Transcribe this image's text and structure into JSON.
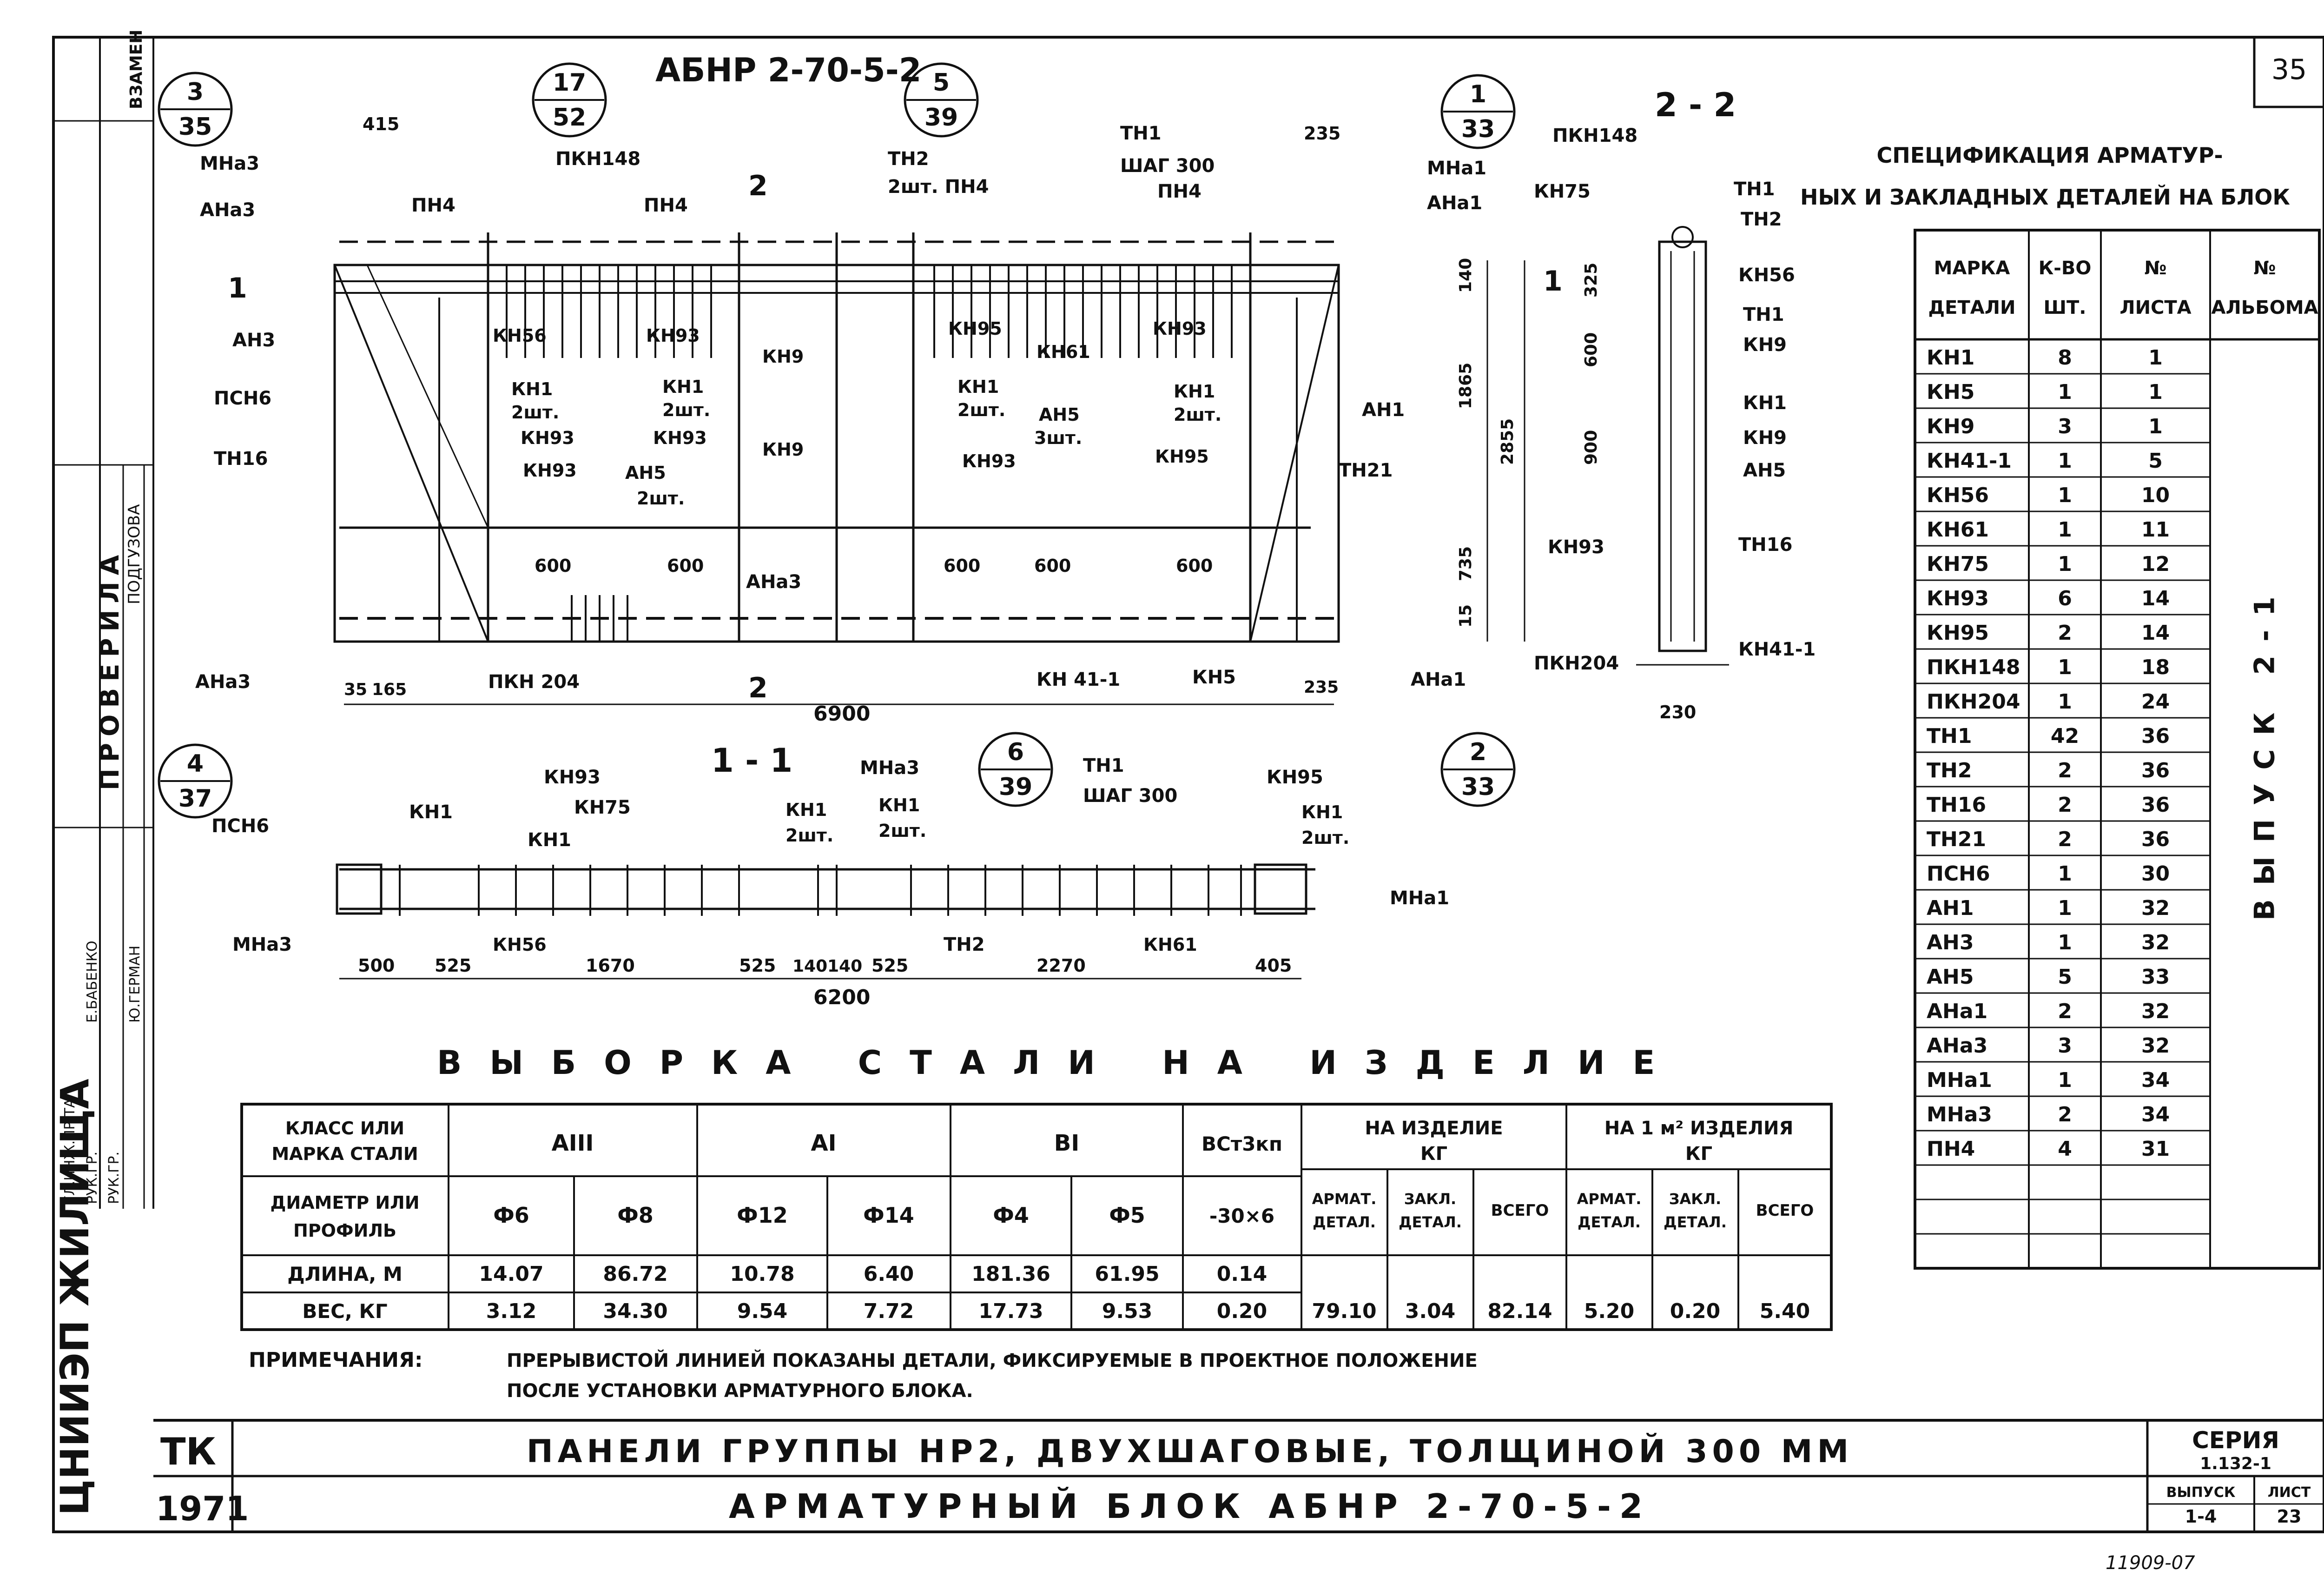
{
  "sheet_number": "35",
  "drawing_title": "АБНР 2-70-5-2",
  "elevation": {
    "callouts": [
      {
        "top": "3",
        "bottom": "35"
      },
      {
        "top": "17",
        "bottom": "52"
      },
      {
        "top": "5",
        "bottom": "39"
      },
      {
        "top": "1",
        "bottom": "33"
      },
      {
        "top": "4",
        "bottom": "37"
      },
      {
        "top": "6",
        "bottom": "39"
      },
      {
        "top": "2",
        "bottom": "33"
      }
    ],
    "labels": [
      "МНа3",
      "АНа3",
      "ПН4",
      "ПКН148",
      "ПН4",
      "ТН2",
      "2шт. ПН4",
      "ТН1",
      "ШАГ 300",
      "ПН4",
      "МНа1",
      "АНа1",
      "АН3",
      "ПСН6",
      "ТН16",
      "КН56",
      "КН93",
      "КН95",
      "КН93",
      "КН9",
      "КН61",
      "КН1",
      "2шт.",
      "КН93",
      "КН1",
      "2шт.",
      "КН93",
      "КН9",
      "КН1",
      "2шт.",
      "КН93",
      "АН5",
      "3шт.",
      "КН1",
      "2шт.",
      "КН95",
      "АН1",
      "ТН21",
      "КН93",
      "АН5",
      "2шт.",
      "АНа3",
      "ПКН 204",
      "КН 41-1",
      "КН5",
      "АНа1",
      "АНа3"
    ],
    "dims": [
      "415",
      "235",
      "600",
      "600",
      "600",
      "600",
      "600",
      "35",
      "165",
      "6900",
      "235",
      "140",
      "325",
      "600",
      "1865",
      "2855",
      "900",
      "735",
      "15"
    ],
    "section_marks": [
      "1",
      "1",
      "2",
      "2"
    ]
  },
  "section_1_1": {
    "title": "1 - 1",
    "labels": [
      "ПСН6",
      "КН1",
      "КН93",
      "КН75",
      "КН1",
      "КН1",
      "2шт.",
      "МНа3",
      "КН1",
      "2шт.",
      "ТН1",
      "ШАГ 300",
      "КН95",
      "КН1",
      "2шт.",
      "МНа1",
      "МНа3",
      "КН56",
      "ТН2",
      "КН61"
    ],
    "dims": [
      "500",
      "525",
      "1670",
      "525",
      "140",
      "140",
      "525",
      "2270",
      "405",
      "6200"
    ]
  },
  "section_2_2": {
    "title": "2 - 2",
    "labels": [
      "ПКН148",
      "ТН1",
      "КН75",
      "ТН2",
      "КН56",
      "ТН1",
      "КН9",
      "КН1",
      "КН9",
      "АН5",
      "КН93",
      "ТН16",
      "ПКН204",
      "КН41-1"
    ],
    "dims": [
      "230"
    ]
  },
  "spec": {
    "title": "СПЕЦИФИКАЦИЯ АРМАТУР-НЫХ И ЗАКЛАДНЫХ ДЕТАЛЕЙ НА БЛОК",
    "headers": [
      "МАРКА ДЕТАЛИ",
      "К-ВО ШТ.",
      "№ ЛИСТА",
      "№ АЛЬБОМА"
    ],
    "rows": [
      [
        "КН1",
        "8",
        "1"
      ],
      [
        "КН5",
        "1",
        "1"
      ],
      [
        "КН9",
        "3",
        "1"
      ],
      [
        "КН41-1",
        "1",
        "5"
      ],
      [
        "КН56",
        "1",
        "10"
      ],
      [
        "КН61",
        "1",
        "11"
      ],
      [
        "КН75",
        "1",
        "12"
      ],
      [
        "КН93",
        "6",
        "14"
      ],
      [
        "КН95",
        "2",
        "14"
      ],
      [
        "ПКН148",
        "1",
        "18"
      ],
      [
        "ПКН204",
        "1",
        "24"
      ],
      [
        "ТН1",
        "42",
        "36"
      ],
      [
        "ТН2",
        "2",
        "36"
      ],
      [
        "ТН16",
        "2",
        "36"
      ],
      [
        "ТН21",
        "2",
        "36"
      ],
      [
        "ПСН6",
        "1",
        "30"
      ],
      [
        "АН1",
        "1",
        "32"
      ],
      [
        "АН3",
        "1",
        "32"
      ],
      [
        "АН5",
        "5",
        "33"
      ],
      [
        "АНа1",
        "2",
        "32"
      ],
      [
        "АНа3",
        "3",
        "32"
      ],
      [
        "МНа1",
        "1",
        "34"
      ],
      [
        "МНа3",
        "2",
        "34"
      ],
      [
        "ПН4",
        "4",
        "31"
      ]
    ],
    "album_note": "ВЫПУСК 2-1"
  },
  "steel": {
    "title": "ВЫБОРКА СТАЛИ НА ИЗДЕЛИЕ",
    "class_label": "КЛАСС ИЛИ МАРКА СТАЛИ",
    "classes": [
      "АIII",
      "АI",
      "ВI",
      "ВСт3кп"
    ],
    "per_item": "НА ИЗДЕЛИЕ КГ",
    "per_m2": "НА 1 м² ИЗДЕЛИЯ КГ",
    "diam_label": "ДИАМЕТР ИЛИ ПРОФИЛЬ",
    "diams": [
      "Ф6",
      "Ф8",
      "Ф12",
      "Ф14",
      "Ф4",
      "Ф5",
      "-30×6"
    ],
    "sub_cols": [
      "АРМАТ. ДЕТАЛ.",
      "ЗАКЛ. ДЕТАЛ.",
      "ВСЕГО",
      "АРМАТ. ДЕТАЛ.",
      "ЗАКЛ. ДЕТАЛ.",
      "ВСЕГО"
    ],
    "length_label": "ДЛИНА, М",
    "lengths": [
      "14.07",
      "86.72",
      "10.78",
      "6.40",
      "181.36",
      "61.95",
      "0.14"
    ],
    "weight_label": "ВЕС, КГ",
    "weights": [
      "3.12",
      "34.30",
      "9.54",
      "7.72",
      "17.73",
      "9.53",
      "0.20"
    ],
    "totals": [
      "79.10",
      "3.04",
      "82.14",
      "5.20",
      "0.20",
      "5.40"
    ]
  },
  "notes": {
    "label": "ПРИМЕЧАНИЯ:",
    "line1": "ПРЕРЫВИСТОЙ ЛИНИЕЙ ПОКАЗАНЫ ДЕТАЛИ, ФИКСИРУЕМЫЕ В ПРОЕКТНОЕ ПОЛОЖЕНИЕ",
    "line2": "ПОСЛЕ УСТАНОВКИ АРМАТУРНОГО БЛОКА."
  },
  "title_block": {
    "tk": "ТК",
    "year": "1971",
    "line1": "ПАНЕЛИ ГРУППЫ НР2, ДВУХШАГОВЫЕ, ТОЛЩИНОЙ 300 ММ",
    "line2": "АРМАТУРНЫЙ БЛОК АБНР 2-70-5-2",
    "series_label": "СЕРИЯ",
    "series": "1.132-1",
    "issue_label": "ВЫПУСК",
    "issue": "1-4",
    "sheet_label": "ЛИСТ",
    "sheet": "23"
  },
  "side_stamp": {
    "org": "ЦНИИЭП ЖИЛИЩА",
    "checked": "ПРОВЕРИЛА",
    "names": [
      "ПОДГУЗОВА",
      "Е.БАБЕНКО",
      "Ю.ГЕРМАН"
    ],
    "roles": [
      "ГЛ.ИНЖ.ПР-ТА",
      "РУК.ГР.",
      "РУК.ГР."
    ],
    "replace": "ВЗАМЕН"
  },
  "archive_no": "11909-07"
}
